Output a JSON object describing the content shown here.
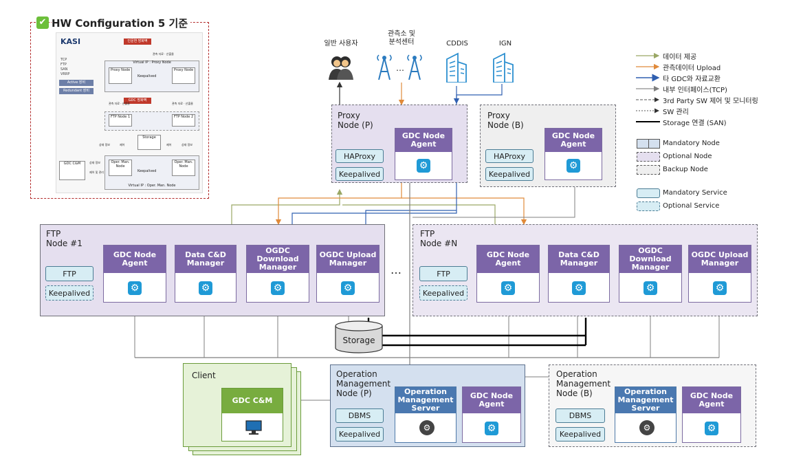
{
  "thumbnail": {
    "title": "HW Configuration 5 기준",
    "logo": "KASI",
    "legend": [
      "TCP",
      "FTP",
      "SAN",
      "VRRP"
    ],
    "legend_boxes": [
      "Active 장비",
      "Redundant 장비"
    ],
    "proxy_vip": "Virtual IP : Proxy Node",
    "bottom_vip": "Virtual IP : Oper. Man. Node",
    "firewall1": "인운연 방화벽",
    "firewall2": "GDC 방화벽",
    "proxy_node": "Proxy Node",
    "keepalived": "Keepalived",
    "ftp1": "FTP Node 1",
    "ftp2": "FTP Node 2",
    "storage": "Storage",
    "oper1": "Oper. Man. Node",
    "oper2": "Oper. Man. Node",
    "gdc_cm": "GDC C&M",
    "notes": [
      "관측 자료 · 산출물",
      "관측 자료 · 산출물",
      "관측 자료 · 산출물",
      "상태 정보",
      "제어",
      "상태 정보",
      "제어",
      "상태 정보",
      "제어 및 관리 요청"
    ]
  },
  "users": {
    "general": "일반 사용자",
    "observatory": "관측소 및\n분석센터",
    "ellipsis": "…",
    "cddis": "CDDIS",
    "ign": "IGN"
  },
  "legend": {
    "lines": [
      {
        "label": "데이터 제공",
        "color": "#9aa765"
      },
      {
        "label": "관측데이터 Upload",
        "color": "#e08a3a"
      },
      {
        "label": "타 GDC와 자료교환",
        "color": "#2f5fb0"
      },
      {
        "label": "내부 인터페이스(TCP)",
        "color": "#8c8c8c"
      },
      {
        "label": "3rd Party SW 제어 및 모니터링",
        "color": "#555555"
      },
      {
        "label": "SW 관리",
        "color": "#555555"
      },
      {
        "label": "Storage 연결 (SAN)",
        "color": "#000000"
      }
    ],
    "nodes": [
      "Mandatory Node",
      "Optional Node",
      "Backup Node"
    ],
    "services": [
      "Mandatory Service",
      "Optional Service"
    ]
  },
  "proxy_p": {
    "title": "Proxy\nNode (P)",
    "agent": "GDC Node\nAgent",
    "haproxy": "HAProxy",
    "keepalived": "Keepalived"
  },
  "proxy_b": {
    "title": "Proxy\nNode (B)",
    "agent": "GDC Node\nAgent",
    "haproxy": "HAProxy",
    "keepalived": "Keepalived"
  },
  "ftp1": {
    "title": "FTP\nNode #1",
    "agent": "GDC Node\nAgent",
    "cd": "Data C&D\nManager",
    "dl": "OGDC\nDownload\nManager",
    "ul": "OGDC Upload\nManager",
    "ftp": "FTP",
    "keepalived": "Keepalived"
  },
  "ftpn": {
    "title": "FTP\nNode #N",
    "agent": "GDC Node\nAgent",
    "cd": "Data C&D\nManager",
    "dl": "OGDC\nDownload\nManager",
    "ul": "OGDC Upload\nManager",
    "ftp": "FTP",
    "keepalived": "Keepalived"
  },
  "between_ftp": "…",
  "storage": "Storage",
  "client": {
    "title": "Client",
    "app": "GDC C&M"
  },
  "oper_p": {
    "title": "Operation\nManagement\nNode (P)",
    "server": "Operation\nManagement\nServer",
    "agent": "GDC Node\nAgent",
    "dbms": "DBMS",
    "keepalived": "Keepalived"
  },
  "oper_b": {
    "title": "Operation\nManagement\nNode (B)",
    "server": "Operation\nManagement\nServer",
    "agent": "GDC Node\nAgent",
    "dbms": "DBMS",
    "keepalived": "Keepalived"
  },
  "colors": {
    "purple": "#7c65a8",
    "blue": "#4a78b0",
    "green": "#78ac3f",
    "gear": "#1f9ad6"
  }
}
